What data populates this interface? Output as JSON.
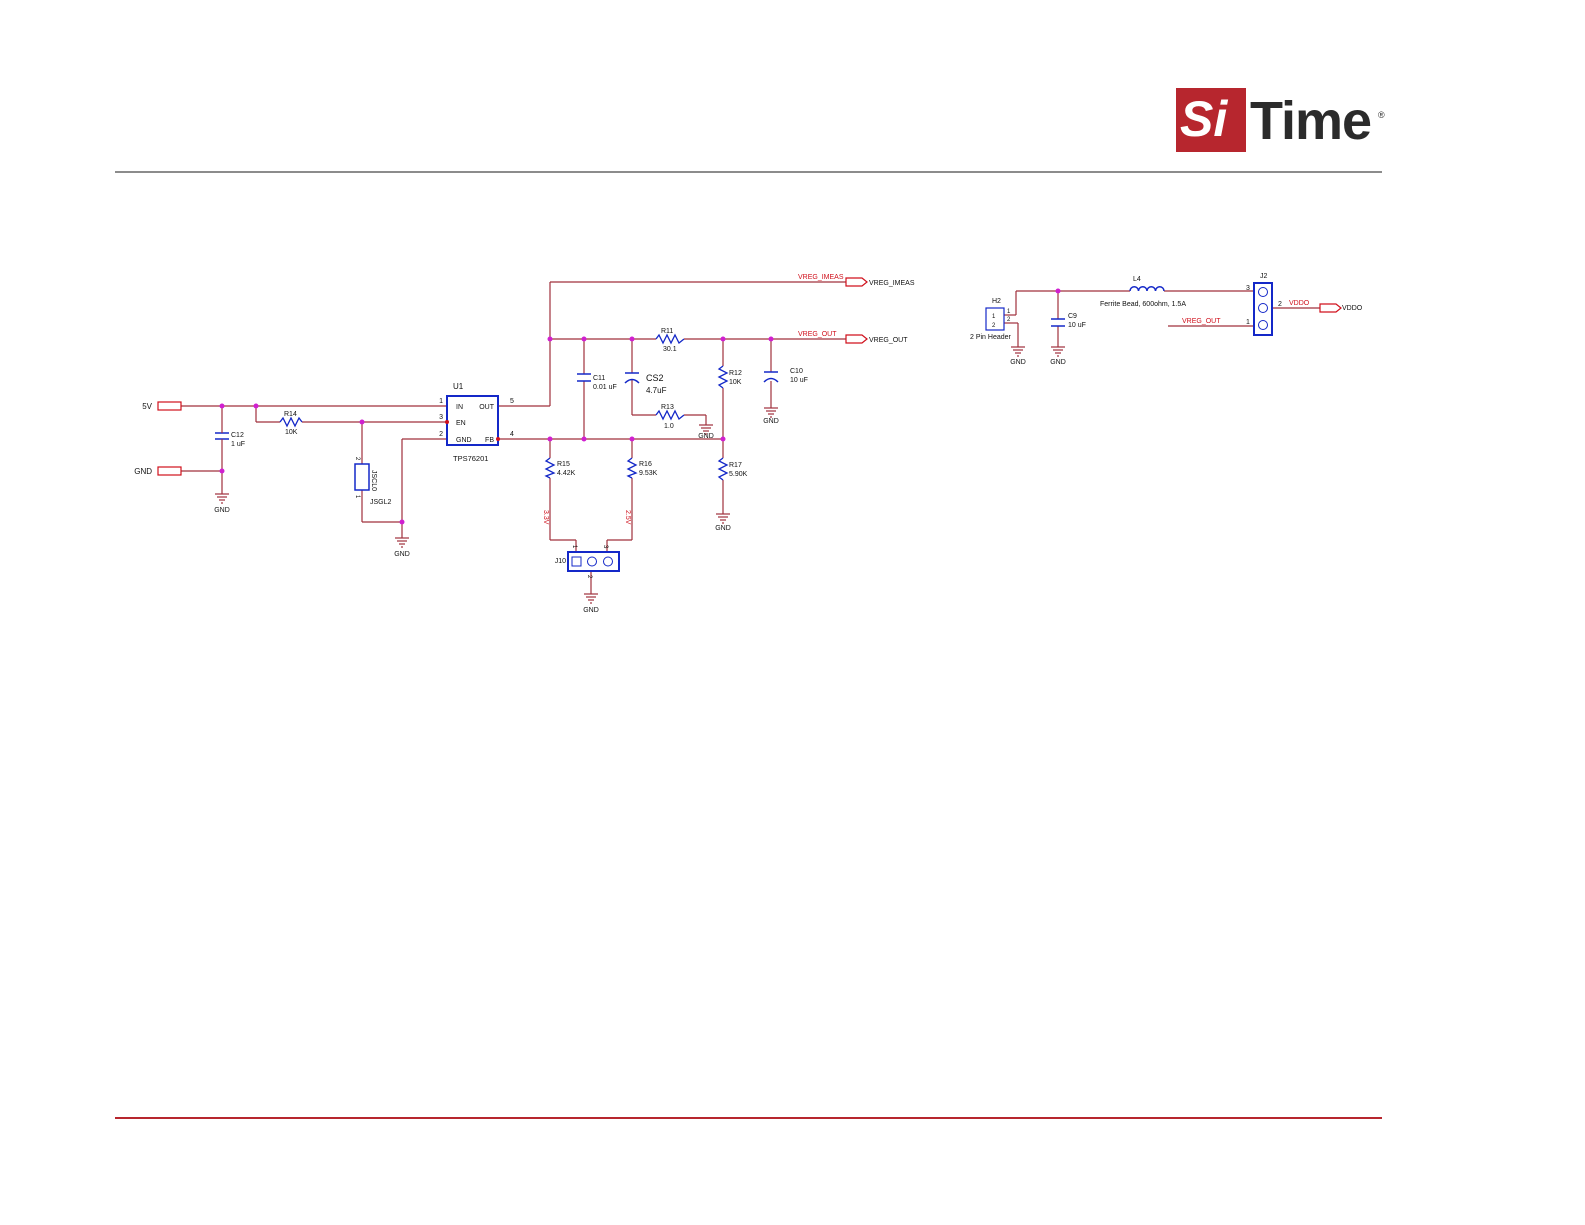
{
  "logo": {
    "text_si": "Si",
    "text_time": "Time",
    "reg_mark": "®"
  },
  "colors": {
    "wire": "#a0303c",
    "component": "#1428c8",
    "net": "#d0101c",
    "junction": "#d020d0",
    "text": "#111111",
    "brand": "#b7262e"
  },
  "regulator": {
    "ref": "U1",
    "part": "TPS76201",
    "pins": {
      "in": "IN",
      "en": "EN",
      "gnd": "GND",
      "out": "OUT",
      "fb": "FB"
    },
    "pin_numbers": {
      "in": "1",
      "en": "3",
      "gnd": "2",
      "out": "5",
      "fb": "4"
    }
  },
  "ports": {
    "supply": "5V",
    "ground": "GND"
  },
  "components": {
    "c12": {
      "ref": "C12",
      "value": "1 uF"
    },
    "r14": {
      "ref": "R14",
      "value": "10K"
    },
    "jumper": {
      "ref": "JSCL0",
      "label": "JSGL2",
      "pin_top": "2",
      "pin_bottom": "1"
    },
    "c11": {
      "ref": "C11",
      "value": "0.01 uF"
    },
    "cs2": {
      "ref": "CS2",
      "value": "4.7uF"
    },
    "r11": {
      "ref": "R11",
      "value": "30.1"
    },
    "r12": {
      "ref": "R12",
      "value": "10K"
    },
    "r13": {
      "ref": "R13",
      "value": "1.0"
    },
    "c10": {
      "ref": "C10",
      "value": "10 uF"
    },
    "r15": {
      "ref": "R15",
      "value": "4.42K"
    },
    "r16": {
      "ref": "R16",
      "value": "9.53K"
    },
    "r17": {
      "ref": "R17",
      "value": "5.90K"
    },
    "j10": {
      "ref": "J10",
      "pin1": "1",
      "pin2": "2",
      "pin3": "3"
    },
    "h2": {
      "ref": "H2",
      "label": "2 Pin Header",
      "pin1": "1",
      "pin2": "2"
    },
    "c9": {
      "ref": "C9",
      "value": "10 uF"
    },
    "l4": {
      "ref": "L4",
      "value": "Ferrite Bead, 600ohm, 1.5A"
    },
    "j2": {
      "ref": "J2",
      "pin1": "1",
      "pin2": "2",
      "pin3": "3"
    }
  },
  "nets": {
    "vreg_imeas": "VREG_IMEAS",
    "vreg_out": "VREG_OUT",
    "vddo": "VDDO",
    "v33": "3.3V",
    "v25": "2.5V",
    "gnd": "GND"
  }
}
